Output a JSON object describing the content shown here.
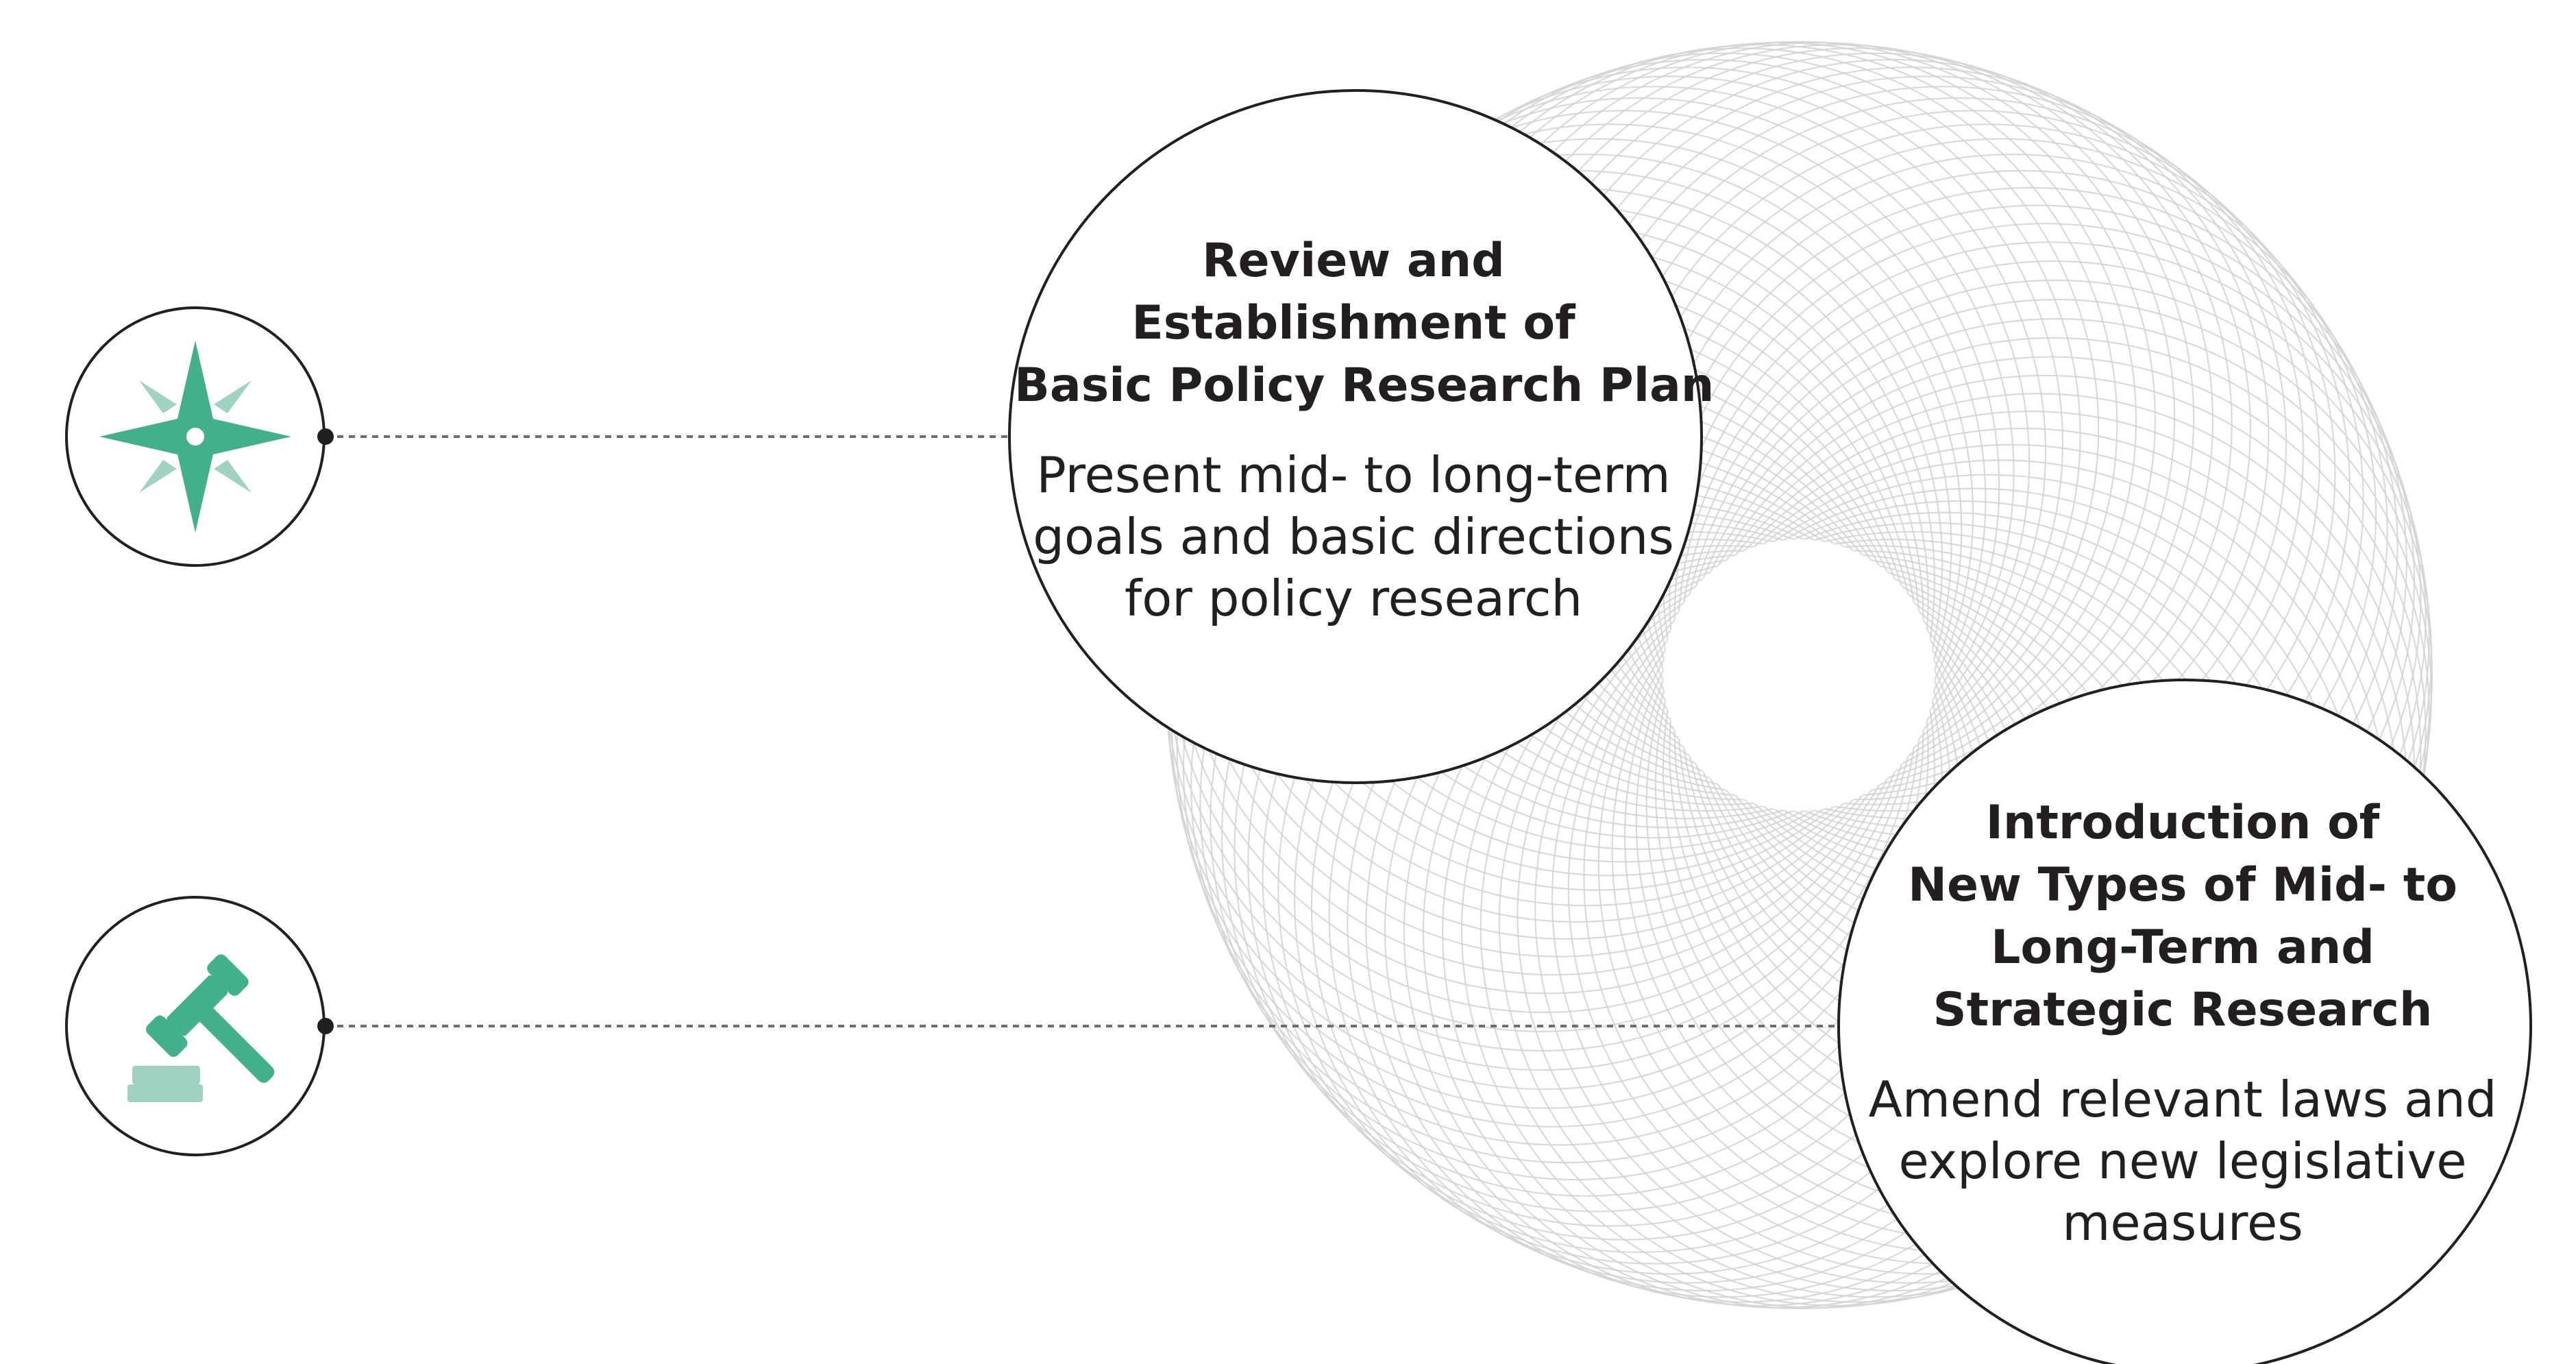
{
  "colors": {
    "accent": "#43b08c",
    "accent_light": "#9fd3bf",
    "outline": "#231f20",
    "connector": "#6d6e71",
    "guilloche": "#d1d3d4",
    "background": "#ffffff"
  },
  "icons": {
    "node_1": "compass-star-icon",
    "node_2": "gavel-icon"
  },
  "items": [
    {
      "title_lines": [
        "Review and",
        "Establishment of",
        "Basic Policy Research Plan"
      ],
      "description_lines": [
        "Present mid- to long-term",
        "goals and basic directions",
        "for policy research"
      ]
    },
    {
      "title_lines": [
        "Introduction of",
        "New Types of Mid- to",
        "Long-Term and",
        "Strategic Research"
      ],
      "description_lines": [
        "Amend relevant laws and",
        "explore new legislative",
        "measures"
      ]
    }
  ]
}
